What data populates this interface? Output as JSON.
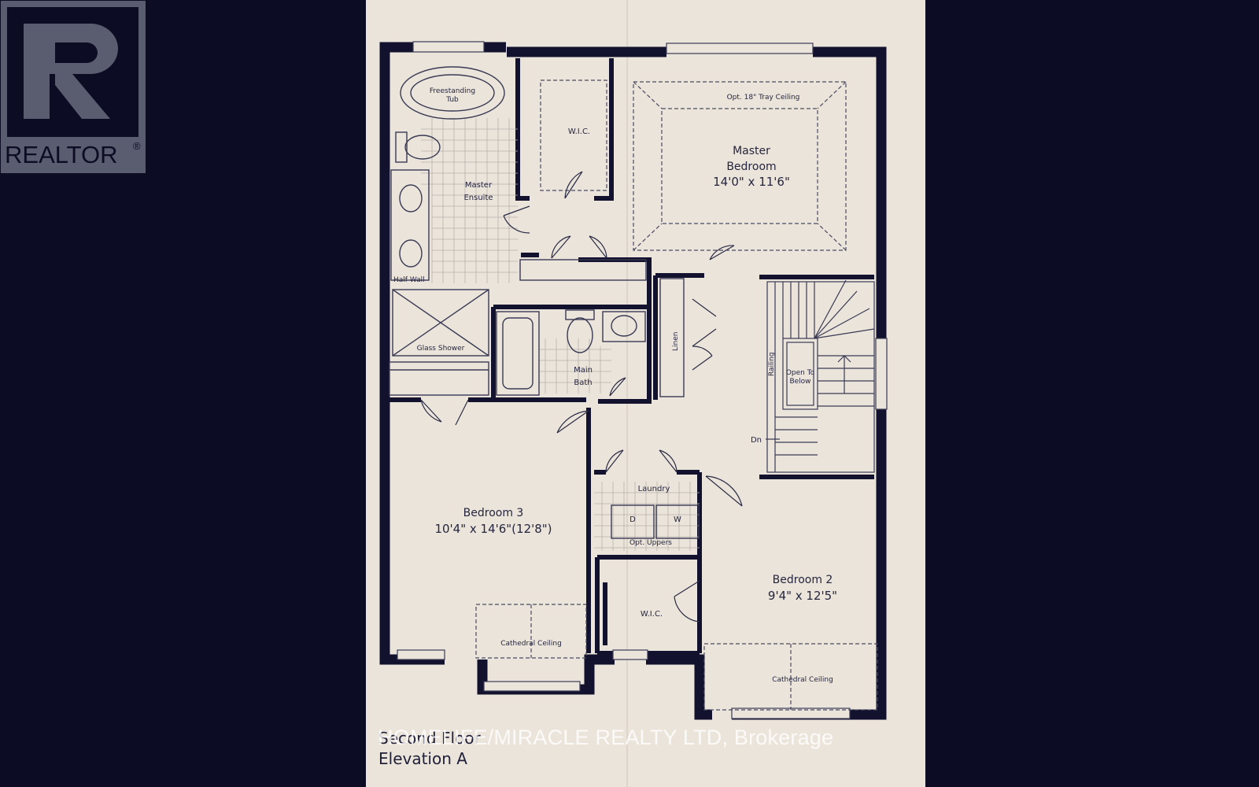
{
  "logo": {
    "text": "REALTOR",
    "mark": "®",
    "brand_color": "#5a5d70"
  },
  "plan": {
    "title_line1": "Second Floor",
    "title_line2": "Elevation A",
    "wall_color": "#12122e",
    "paper_color": "#ebe4da",
    "rooms": {
      "tub": [
        "Freestanding",
        "Tub"
      ],
      "wic_top": "W.I.C.",
      "tray": "Opt. 18\" Tray Ceiling",
      "master_bedroom": {
        "name_line1": "Master",
        "name_line2": "Bedroom",
        "dims": "14'0\" x 11'6\""
      },
      "master_ensuite": [
        "Master",
        "Ensuite"
      ],
      "half_wall": "Half Wall",
      "glass_shower": "Glass Shower",
      "linen": "Linen",
      "main_bath": [
        "Main",
        "Bath"
      ],
      "railing": "Railing",
      "open_to_below": [
        "Open To",
        "Below"
      ],
      "dn": "Dn",
      "laundry": "Laundry",
      "dryer": "D",
      "washer": "W",
      "opt_uppers": "Opt. Uppers",
      "bedroom3": {
        "name": "Bedroom 3",
        "dims": "10'4\" x 14'6\"(12'8\")"
      },
      "bedroom2": {
        "name": "Bedroom 2",
        "dims": "9'4\" x 12'5\""
      },
      "wic_bottom": "W.I.C.",
      "cathedral_left": "Cathedral Ceiling",
      "cathedral_right": "Cathedral Ceiling"
    }
  },
  "watermark": "HOMELIFE/MIRACLE REALTY LTD, Brokerage"
}
